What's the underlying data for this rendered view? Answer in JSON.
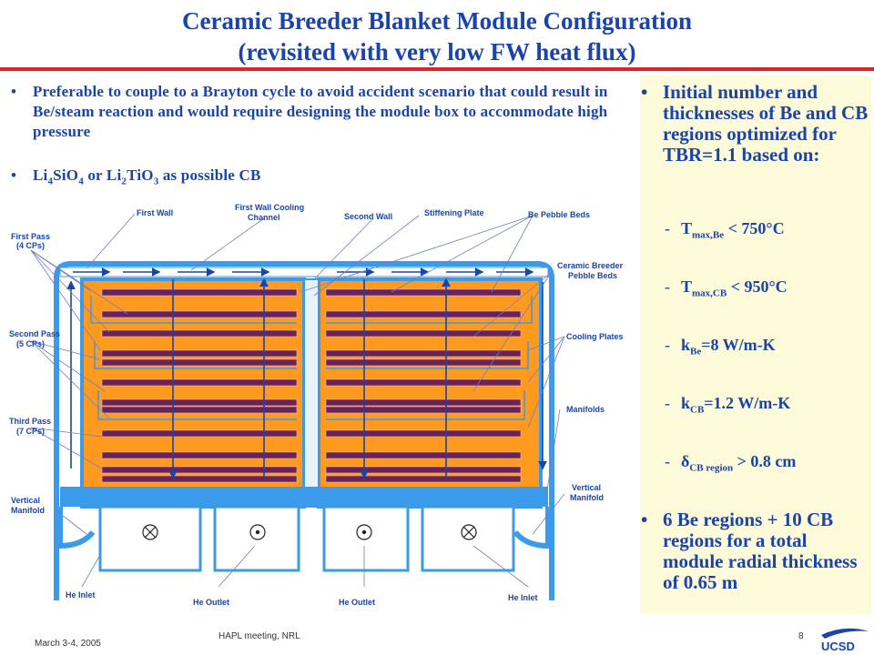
{
  "title": {
    "line1": "Ceramic Breeder Blanket Module Configuration",
    "line2": "(revisited with very low FW heat flux)"
  },
  "bullets": {
    "b1": "Preferable to couple to a Brayton cycle to avoid accident scenario that could result in Be/steam reaction and would require designing the module box to accommodate high pressure",
    "b2_parts": [
      "Li",
      "4",
      "SiO",
      "4",
      " or Li",
      "2",
      "TiO",
      "3",
      " as possible CB"
    ]
  },
  "right": {
    "heading": "Initial number and thicknesses of Be and CB regions optimized for TBR=1.1 based on:",
    "items": [
      {
        "main": "T",
        "sub": "max,Be",
        "rest": " < 750°C"
      },
      {
        "main": "T",
        "sub": "max,CB",
        "rest": " < 950°C"
      },
      {
        "main": "k",
        "sub": "Be",
        "rest": "=8 W/m-K"
      },
      {
        "main": "k",
        "sub": "CB",
        "rest": "=1.2 W/m-K"
      },
      {
        "main": "δ",
        "sub": "CB region",
        "rest": " > 0.8 cm"
      }
    ],
    "dash": "-",
    "summary": "6 Be regions + 10 CB regions for a total module radial thickness of 0.65 m"
  },
  "diagram_labels": {
    "first_wall": "First Wall",
    "fw_cooling": [
      "First Wall Cooling",
      "Channel"
    ],
    "second_wall": "Second Wall",
    "stiffening": "Stiffening Plate",
    "be_pebble": "Be Pebble Beds",
    "first_pass": [
      "First Pass",
      "(4 CPs)"
    ],
    "cb_pebble": [
      "Ceramic Breeder",
      "Pebble Beds"
    ],
    "second_pass": [
      "Second Pass",
      "(5 CPs)"
    ],
    "cooling_plates": "Cooling Plates",
    "third_pass": [
      "Third Pass",
      "(7 CPs)"
    ],
    "manifolds": "Manifolds",
    "vmanifold_left": [
      "Vertical",
      "Manifold"
    ],
    "vmanifold_right": [
      "Vertical",
      "Manifold"
    ],
    "he_inlet_left": "He Inlet",
    "he_outlet_left": "He Outlet",
    "he_outlet_right": "He Outlet",
    "he_inlet_right": "He Inlet"
  },
  "colors": {
    "title": "#1a44a8",
    "accent_line": "#d8262c",
    "orange": "#ff9a1f",
    "purple": "#6b2258",
    "blue": "#3b9bea",
    "panel": "#fdfbd9"
  },
  "footer": {
    "date": "March 3-4, 2005",
    "meeting": "HAPL meeting, NRL",
    "page": "8",
    "logo": "UCSD"
  }
}
